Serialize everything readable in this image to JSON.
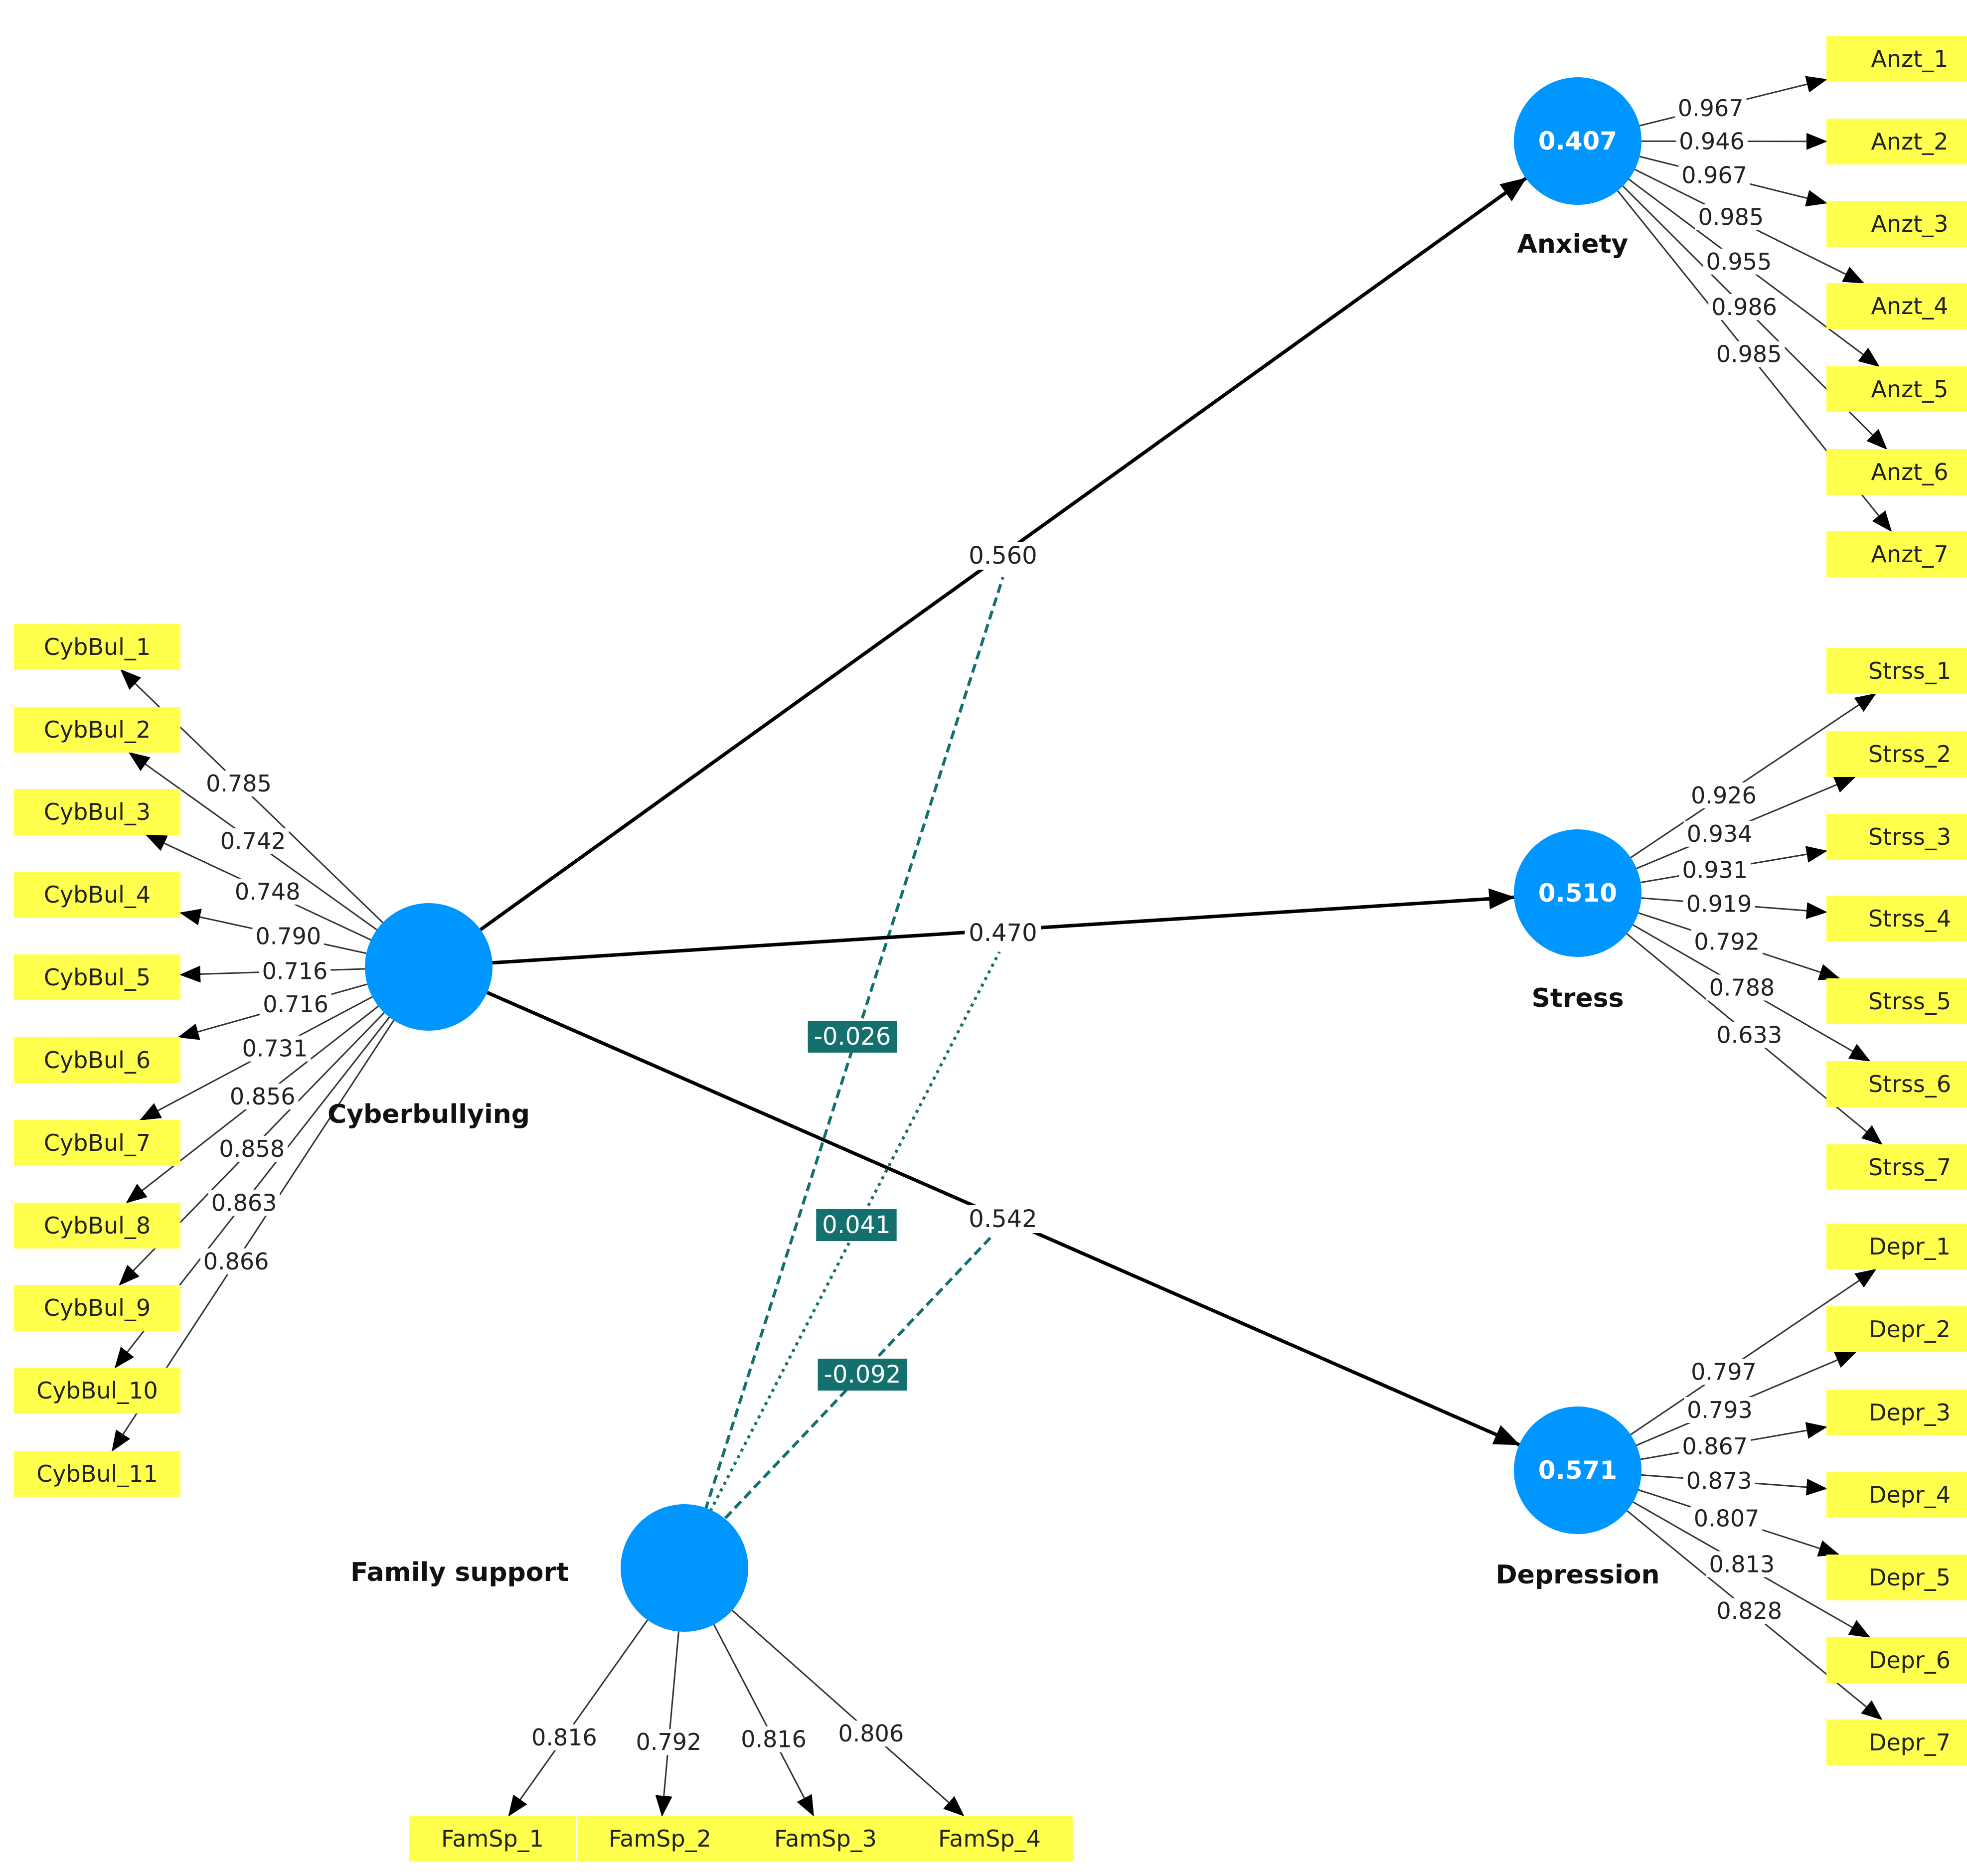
{
  "colors": {
    "construct": "#0096ff",
    "indicator": "#ffff4d",
    "moderator_line": "#13706e",
    "moderator_box": "#13706e",
    "path": "#000000",
    "loading_line": "#333333"
  },
  "constructs": [
    {
      "id": "cyb",
      "label": "Cyberbullying",
      "r2": ""
    },
    {
      "id": "anx",
      "label": "Anxiety",
      "r2": "0.407"
    },
    {
      "id": "str",
      "label": "Stress",
      "r2": "0.510"
    },
    {
      "id": "dep",
      "label": "Depression",
      "r2": "0.571"
    },
    {
      "id": "fam",
      "label": "Family support",
      "r2": ""
    }
  ],
  "indicators": {
    "cyb": [
      {
        "name": "CybBul_1",
        "loading": "0.785"
      },
      {
        "name": "CybBul_2",
        "loading": "0.742"
      },
      {
        "name": "CybBul_3",
        "loading": "0.748"
      },
      {
        "name": "CybBul_4",
        "loading": "0.790"
      },
      {
        "name": "CybBul_5",
        "loading": "0.716"
      },
      {
        "name": "CybBul_6",
        "loading": "0.716"
      },
      {
        "name": "CybBul_7",
        "loading": "0.731"
      },
      {
        "name": "CybBul_8",
        "loading": "0.856"
      },
      {
        "name": "CybBul_9",
        "loading": "0.858"
      },
      {
        "name": "CybBul_10",
        "loading": "0.863"
      },
      {
        "name": "CybBul_11",
        "loading": "0.866"
      }
    ],
    "anx": [
      {
        "name": "Anzt_1",
        "loading": "0.967"
      },
      {
        "name": "Anzt_2",
        "loading": "0.946"
      },
      {
        "name": "Anzt_3",
        "loading": "0.967"
      },
      {
        "name": "Anzt_4",
        "loading": "0.985"
      },
      {
        "name": "Anzt_5",
        "loading": "0.955"
      },
      {
        "name": "Anzt_6",
        "loading": "0.986"
      },
      {
        "name": "Anzt_7",
        "loading": "0.985"
      }
    ],
    "str": [
      {
        "name": "Strss_1",
        "loading": "0.926"
      },
      {
        "name": "Strss_2",
        "loading": "0.934"
      },
      {
        "name": "Strss_3",
        "loading": "0.931"
      },
      {
        "name": "Strss_4",
        "loading": "0.919"
      },
      {
        "name": "Strss_5",
        "loading": "0.792"
      },
      {
        "name": "Strss_6",
        "loading": "0.788"
      },
      {
        "name": "Strss_7",
        "loading": "0.633"
      }
    ],
    "dep": [
      {
        "name": "Depr_1",
        "loading": "0.797"
      },
      {
        "name": "Depr_2",
        "loading": "0.793"
      },
      {
        "name": "Depr_3",
        "loading": "0.867"
      },
      {
        "name": "Depr_4",
        "loading": "0.873"
      },
      {
        "name": "Depr_5",
        "loading": "0.807"
      },
      {
        "name": "Depr_6",
        "loading": "0.813"
      },
      {
        "name": "Depr_7",
        "loading": "0.828"
      }
    ],
    "fam": [
      {
        "name": "FamSp_1",
        "loading": "0.816"
      },
      {
        "name": "FamSp_2",
        "loading": "0.792"
      },
      {
        "name": "FamSp_3",
        "loading": "0.816"
      },
      {
        "name": "FamSp_4",
        "loading": "0.806"
      }
    ]
  },
  "paths": [
    {
      "from": "cyb",
      "to": "anx",
      "coef": "0.560"
    },
    {
      "from": "cyb",
      "to": "str",
      "coef": "0.470"
    },
    {
      "from": "cyb",
      "to": "dep",
      "coef": "0.542"
    }
  ],
  "moderations": [
    {
      "target_path": "cyb-anx",
      "coef": "-0.026",
      "line_style": "dashed"
    },
    {
      "target_path": "cyb-str",
      "coef": "0.041",
      "line_style": "dotted"
    },
    {
      "target_path": "cyb-dep",
      "coef": "-0.092",
      "line_style": "dashed"
    }
  ]
}
